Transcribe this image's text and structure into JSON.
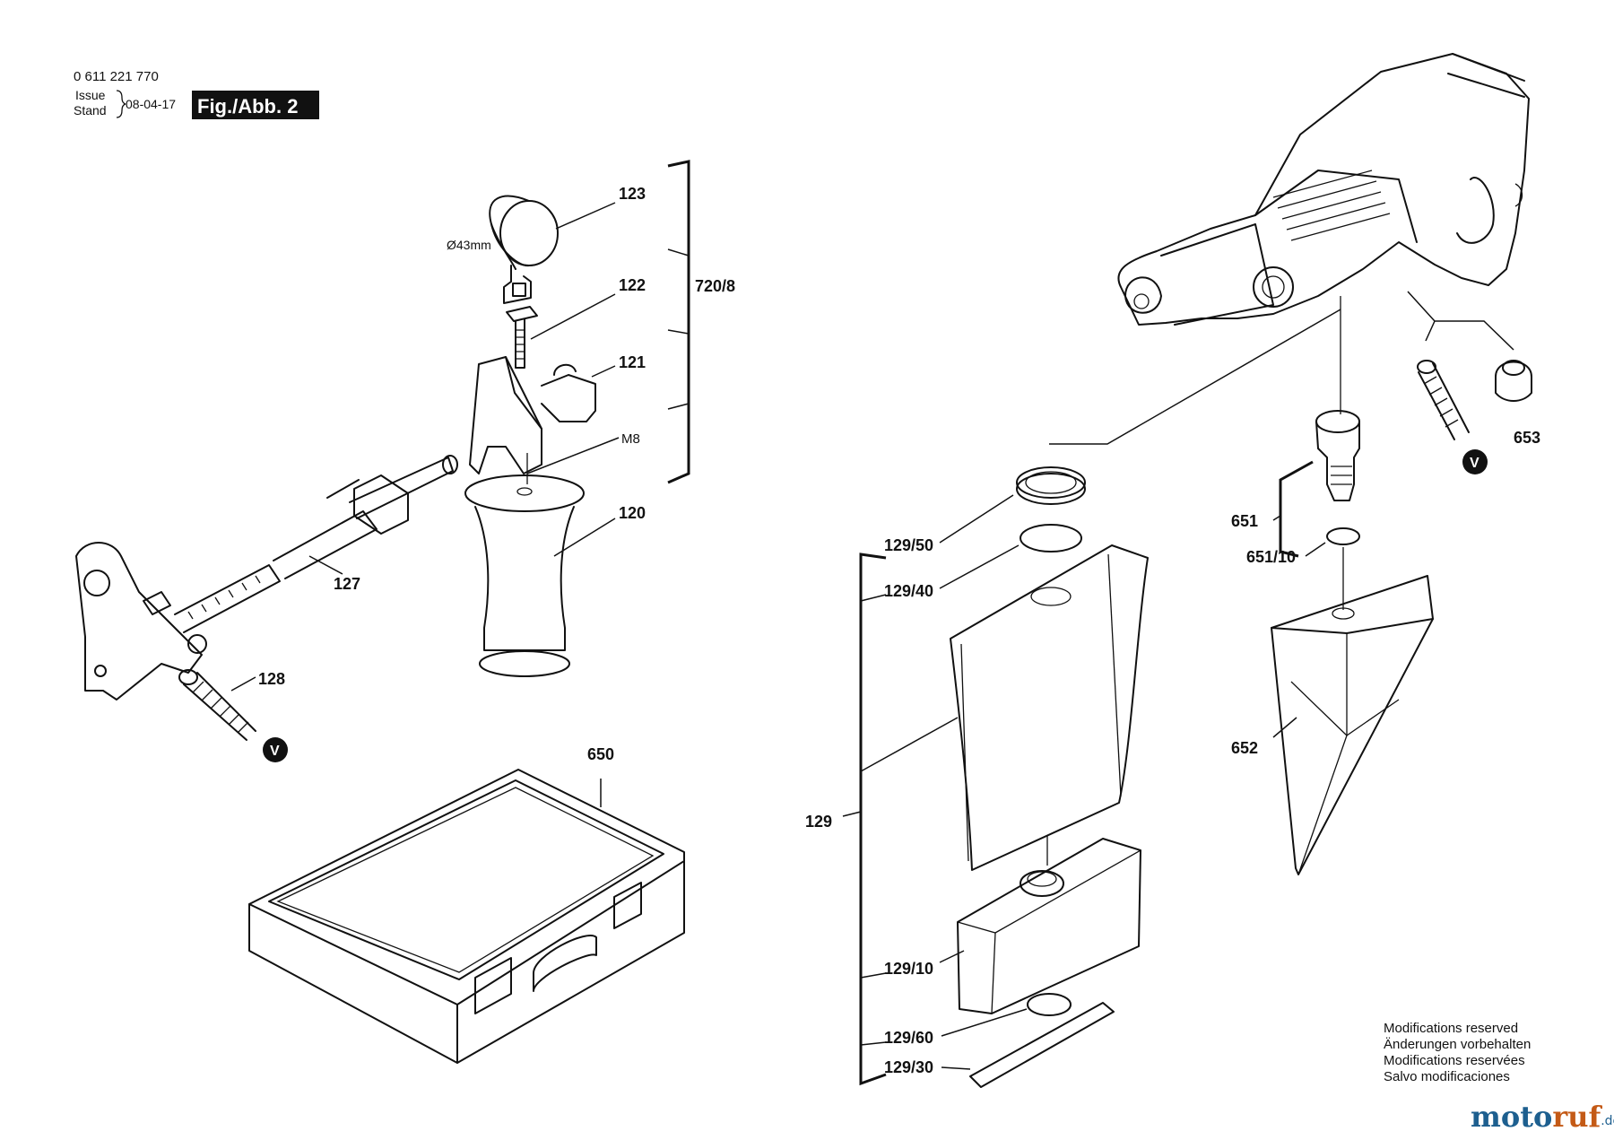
{
  "header": {
    "part_number": "0 611 221 770",
    "issue_label": "Issue",
    "stand_label": "Stand",
    "date": "08-04-17",
    "figure_badge": "Fig./Abb. 2"
  },
  "labels": {
    "p123": "123",
    "p122": "122",
    "p121": "121",
    "pM8": "M8",
    "p120": "120",
    "p720_8": "720/8",
    "diameter": "Ø43mm",
    "p127": "127",
    "p128": "128",
    "p650": "650",
    "p129_50": "129/50",
    "p129_40": "129/40",
    "p129": "129",
    "p129_10": "129/10",
    "p129_60": "129/60",
    "p129_30": "129/30",
    "p651": "651",
    "p651_10": "651/10",
    "p652": "652",
    "p653": "653",
    "v_marker": "V"
  },
  "notes": [
    "Modifications reserved",
    "Änderungen vorbehalten",
    "Modifications reservées",
    "Salvo modificaciones"
  ],
  "brand": {
    "name_part1": "moto",
    "name_part2": "ruf",
    "tld": ".de",
    "color_primary": "#1d5f8f",
    "color_accent": "#c45a16"
  }
}
